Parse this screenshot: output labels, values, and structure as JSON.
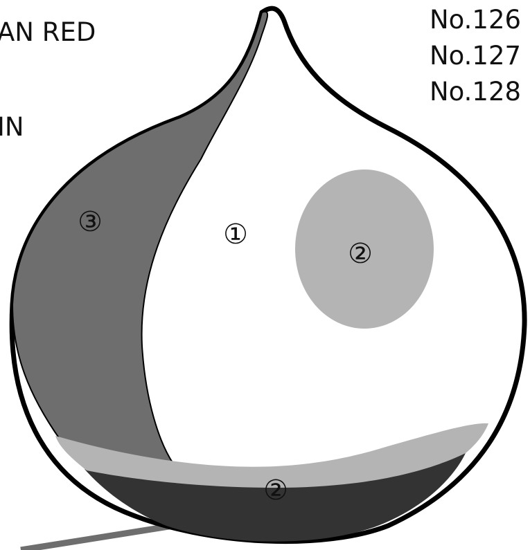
{
  "left_labels": [
    "AN  RED",
    "IN"
  ],
  "numbers": [
    "No.126",
    "No.127",
    "No.128"
  ],
  "regions": {
    "center_marker": "①",
    "spot_marker": "②",
    "left_band_marker": "③",
    "bottom_marker": "②"
  },
  "colors": {
    "outline": "#000000",
    "left_band": "#6e6e6e",
    "spot": "#b4b4b4",
    "bottom_light": "#b4b4b4",
    "bottom_dark": "#333333",
    "body": "#ffffff"
  }
}
